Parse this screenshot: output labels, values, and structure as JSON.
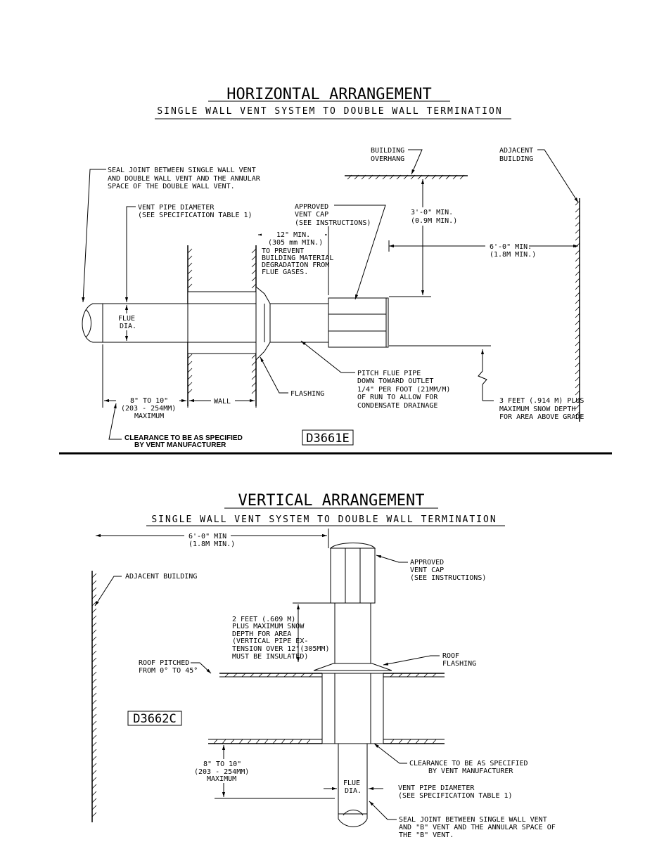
{
  "horizontal": {
    "title": "HORIZONTAL ARRANGEMENT",
    "subtitle": "SINGLE WALL VENT SYSTEM TO DOUBLE WALL TERMINATION",
    "code": "D3661E",
    "labels": {
      "seal_joint": [
        "SEAL JOINT BETWEEN SINGLE WALL VENT",
        "AND DOUBLE WALL VENT AND THE ANNULAR",
        "SPACE OF THE DOUBLE WALL VENT."
      ],
      "vent_pipe_diameter": [
        "VENT PIPE DIAMETER",
        "(SEE SPECIFICATION TABLE 1)"
      ],
      "approved_cap": [
        "APPROVED",
        "VENT CAP",
        "(SEE INSTRUCTIONS)"
      ],
      "building_overhang": [
        "BUILDING",
        "OVERHANG"
      ],
      "adjacent_building": [
        "ADJACENT",
        "BUILDING"
      ],
      "three_ft": [
        "3'-0\" MIN.",
        "(0.9M MIN.)"
      ],
      "six_ft": [
        "6'-0\" MIN.",
        "(1.8M MIN.)"
      ],
      "twelve_in": [
        "12\" MIN.",
        "(305 mm MIN.)"
      ],
      "prevent": [
        "TO PREVENT",
        "BUILDING MATERIAL",
        "DEGRADATION FROM",
        "FLUE GASES."
      ],
      "flue_dia": [
        "FLUE",
        "DIA."
      ],
      "flashing": "FLASHING",
      "pitch": [
        "PITCH FLUE PIPE",
        "DOWN TOWARD OUTLET",
        "1/4\" PER FOOT (21MM/M)",
        "OF RUN TO ALLOW FOR",
        "CONDENSATE DRAINAGE"
      ],
      "eight_ten": [
        "8\" TO 10\"",
        "(203 - 254MM)",
        "MAXIMUM"
      ],
      "wall": "WALL",
      "clearance": [
        "CLEARANCE TO BE AS SPECIFIED",
        "BY VENT MANUFACTURER"
      ],
      "three_feet_snow": [
        "3 FEET (.914 M) PLUS",
        "MAXIMUM SNOW DEPTH",
        "FOR AREA ABOVE GRADE"
      ]
    }
  },
  "vertical": {
    "title": "VERTICAL ARRANGEMENT",
    "subtitle": "SINGLE WALL VENT SYSTEM TO DOUBLE WALL TERMINATION",
    "code": "D3662C",
    "labels": {
      "six_ft": [
        "6'-0\" MIN",
        "(1.8M MIN.)"
      ],
      "adjacent_building": "ADJACENT BUILDING",
      "approved_cap": [
        "APPROVED",
        "VENT CAP",
        "(SEE INSTRUCTIONS)"
      ],
      "two_feet": [
        "2 FEET (.609 M)",
        "PLUS MAXIMUM SNOW",
        "DEPTH FOR AREA",
        "(VERTICAL PIPE EX-",
        "TENSION OVER 12\"(305MM)",
        "MUST BE INSULATED)"
      ],
      "roof_pitched": [
        "ROOF PITCHED",
        "FROM 0° TO 45°"
      ],
      "roof_flashing": [
        "ROOF",
        "FLASHING"
      ],
      "clearance": [
        "CLEARANCE TO BE AS SPECIFIED",
        "BY VENT MANUFACTURER"
      ],
      "eight_ten": [
        "8\" TO 10\"",
        "(203 - 254MM)",
        "MAXIMUM"
      ],
      "flue_dia": [
        "FLUE",
        "DIA."
      ],
      "vent_pipe_diameter": [
        "VENT PIPE DIAMETER",
        "(SEE SPECIFICATION TABLE 1)"
      ],
      "seal_joint": [
        "SEAL JOINT BETWEEN SINGLE WALL VENT",
        "AND \"B\" VENT AND THE ANNULAR SPACE OF",
        "THE \"B\" VENT."
      ]
    }
  }
}
